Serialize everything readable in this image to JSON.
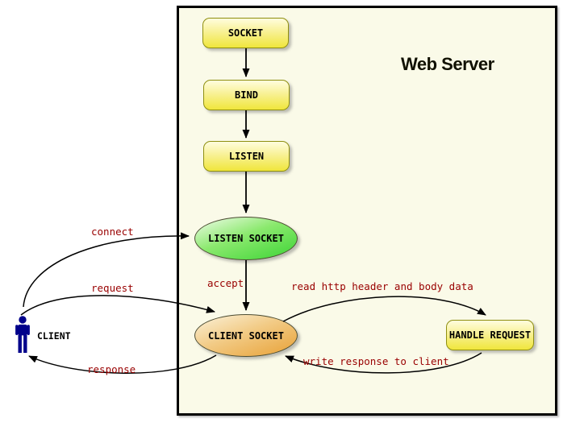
{
  "diagram": {
    "title": "Web Server",
    "nodes": {
      "socket": "SOCKET",
      "bind": "BIND",
      "listen": "LISTEN",
      "listen_socket": "LISTEN SOCKET",
      "client_socket": "CLIENT SOCKET",
      "handle_request": "HANDLE REQUEST"
    },
    "actor": "CLIENT",
    "edge_labels": {
      "connect": "connect",
      "request": "request",
      "response": "response",
      "accept": "accept",
      "read": "read http header and body data",
      "write": "write response to client"
    },
    "colors": {
      "canvas_bg": "#FFFFFF",
      "server_bg": "#FAFAE8",
      "border": "#000000",
      "node_yellow_top": "#FFFDDE",
      "node_yellow_bottom": "#F0E63C",
      "node_yellow_border": "#8F8F10",
      "ellipse_green_top": "#F2FCEC",
      "ellipse_green_bottom": "#3CD435",
      "ellipse_orange_top": "#FBF2DA",
      "ellipse_orange_bottom": "#E8A136",
      "edge_label": "#990000",
      "arrow": "#000000",
      "actor_blue": "#00008B"
    }
  }
}
